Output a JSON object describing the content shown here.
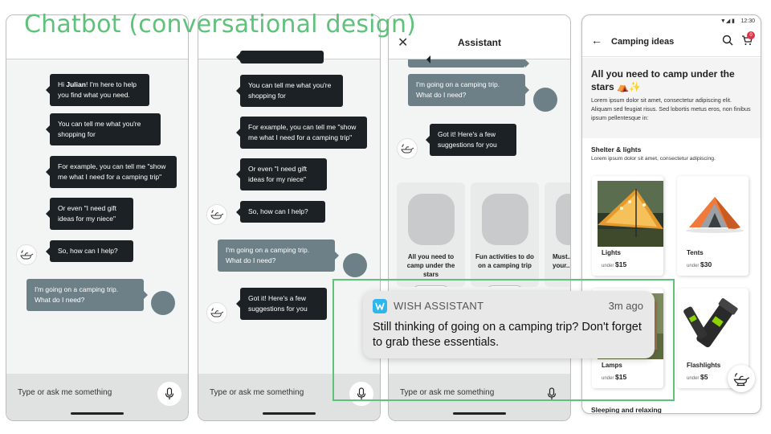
{
  "page_title": "Chatbot (conversational design)",
  "input_placeholder": "Type or ask me something",
  "phone1": {
    "bot_messages": [
      {
        "pre": "Hi ",
        "name": "Julian",
        "post": "! I'm here to help you find what you need."
      },
      "You can tell me what you're shopping for",
      "For example, you can tell me \"show me what I need for a camping trip\"",
      "Or even \"I need gift ideas for my niece\"",
      "So, how can I help?"
    ],
    "user_message": "I'm going on a camping trip. What do I need?"
  },
  "phone2": {
    "bot_messages": [
      "You can tell me what you're shopping for",
      "For example, you can tell me \"show me what I need for a camping trip\"",
      "Or even \"I need gift ideas for my niece\"",
      "So, how can I help?"
    ],
    "user_message": "I'm going on a camping trip. What do I need?",
    "bot_reply": "Got it! Here's a few suggestions for you"
  },
  "phone3": {
    "title": "Assistant",
    "user_message": "I'm going on a camping trip. What do I need?",
    "bot_reply": "Got it! Here's a few suggestions for you",
    "cards": [
      "All you need to camp under the stars",
      "Fun activities to do on a camping trip",
      "Must... your..."
    ]
  },
  "phone4": {
    "status_time": "12:30",
    "header_title": "Camping ideas",
    "cart_count": "0",
    "hero_title": "All you need to camp under the stars ⛺✨",
    "hero_body": "Lorem ipsum dolor sit amet, consectetur adipiscing elit. Aliquam sed feugiat risus. Sed lobortis metus eros, non finibus ipsum pellentesque in:",
    "section_title": "Shelter & lights",
    "section_body": "Lorem ipsum dolor sit amet, consectetur adipiscing.",
    "products": [
      {
        "name": "Lights",
        "under": "under",
        "price": "$15"
      },
      {
        "name": "Tents",
        "under": "under",
        "price": "$30"
      },
      {
        "name": "Lamps",
        "under": "under",
        "price": "$15"
      },
      {
        "name": "Flashlights",
        "under": "under",
        "price": "$5"
      }
    ],
    "section2_title": "Sleeping and relaxing"
  },
  "notification": {
    "app_name": "WISH ASSISTANT",
    "time": "3m ago",
    "body": "Still thinking of going on a camping trip? Don't forget to grab these essentials."
  },
  "colors": {
    "accent_green": "#5ec27a",
    "bot_bubble": "#1b2125",
    "user_bubble": "#6d8088",
    "wish_blue": "#2fb7ec"
  }
}
